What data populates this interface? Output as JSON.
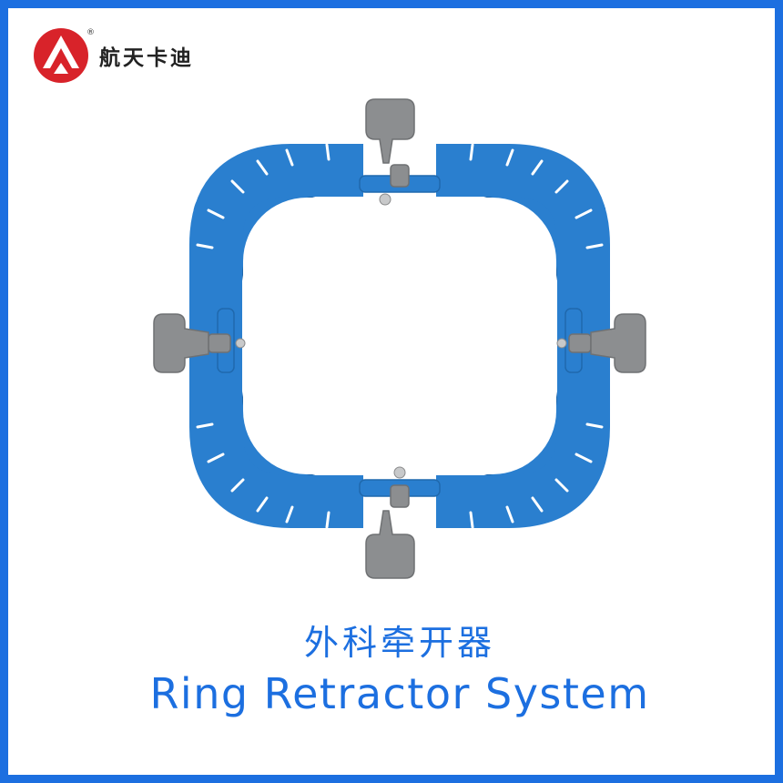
{
  "brand": {
    "name": "航天卡迪",
    "registered_mark": "®",
    "logo_icon": "brand-logo-icon"
  },
  "colors": {
    "frame": "#1c6fe0",
    "ring": "#2a7fcf",
    "handle": "#8c8e90",
    "text_blue": "#1c6fe0"
  },
  "product_image": {
    "subject": "ring-retractor-photo"
  },
  "title": {
    "chinese": "外科牵开器",
    "english": "Ring Retractor System"
  }
}
